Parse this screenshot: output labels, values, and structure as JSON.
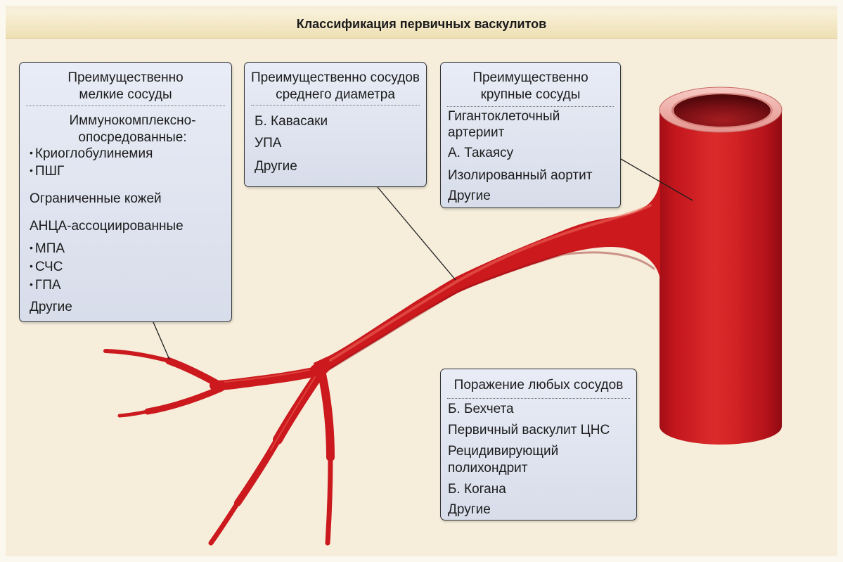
{
  "title": "Классификация первичных васкулитов",
  "boxes": {
    "small_vessels": {
      "heading": "Преимущественно\nмелкие сосуды",
      "immune_complex": "Иммунокомплексно-\nопосредованные:",
      "immune_complex_items": [
        "Криоглобулинемия",
        "ПШГ"
      ],
      "skin_limited": "Ограниченные кожей",
      "anca": "АНЦА-ассоциированные",
      "anca_items": [
        "МПА",
        "СЧС",
        "ГПА"
      ],
      "other": "Другие"
    },
    "medium_vessels": {
      "heading": "Преимущественно сосудов\nсреднего диаметра",
      "items": [
        "Б. Кавасаки",
        "УПА",
        "Другие"
      ]
    },
    "large_vessels": {
      "heading": "Преимущественно\nкрупные сосуды",
      "items": [
        "Гигантоклеточный\nартериит",
        "А. Такаясу",
        "Изолированный аортит",
        "Другие"
      ]
    },
    "any_vessels": {
      "heading": "Поражение любых сосудов",
      "items": [
        "Б. Бехчета",
        "Первичный васкулит ЦНС",
        "Рецидивирующий\nполихондрит",
        "Б. Когана",
        "Другие"
      ]
    }
  },
  "colors": {
    "background": "#f6eedb",
    "box_fill": "#dfe4f2",
    "vessel": "#cb191e"
  }
}
